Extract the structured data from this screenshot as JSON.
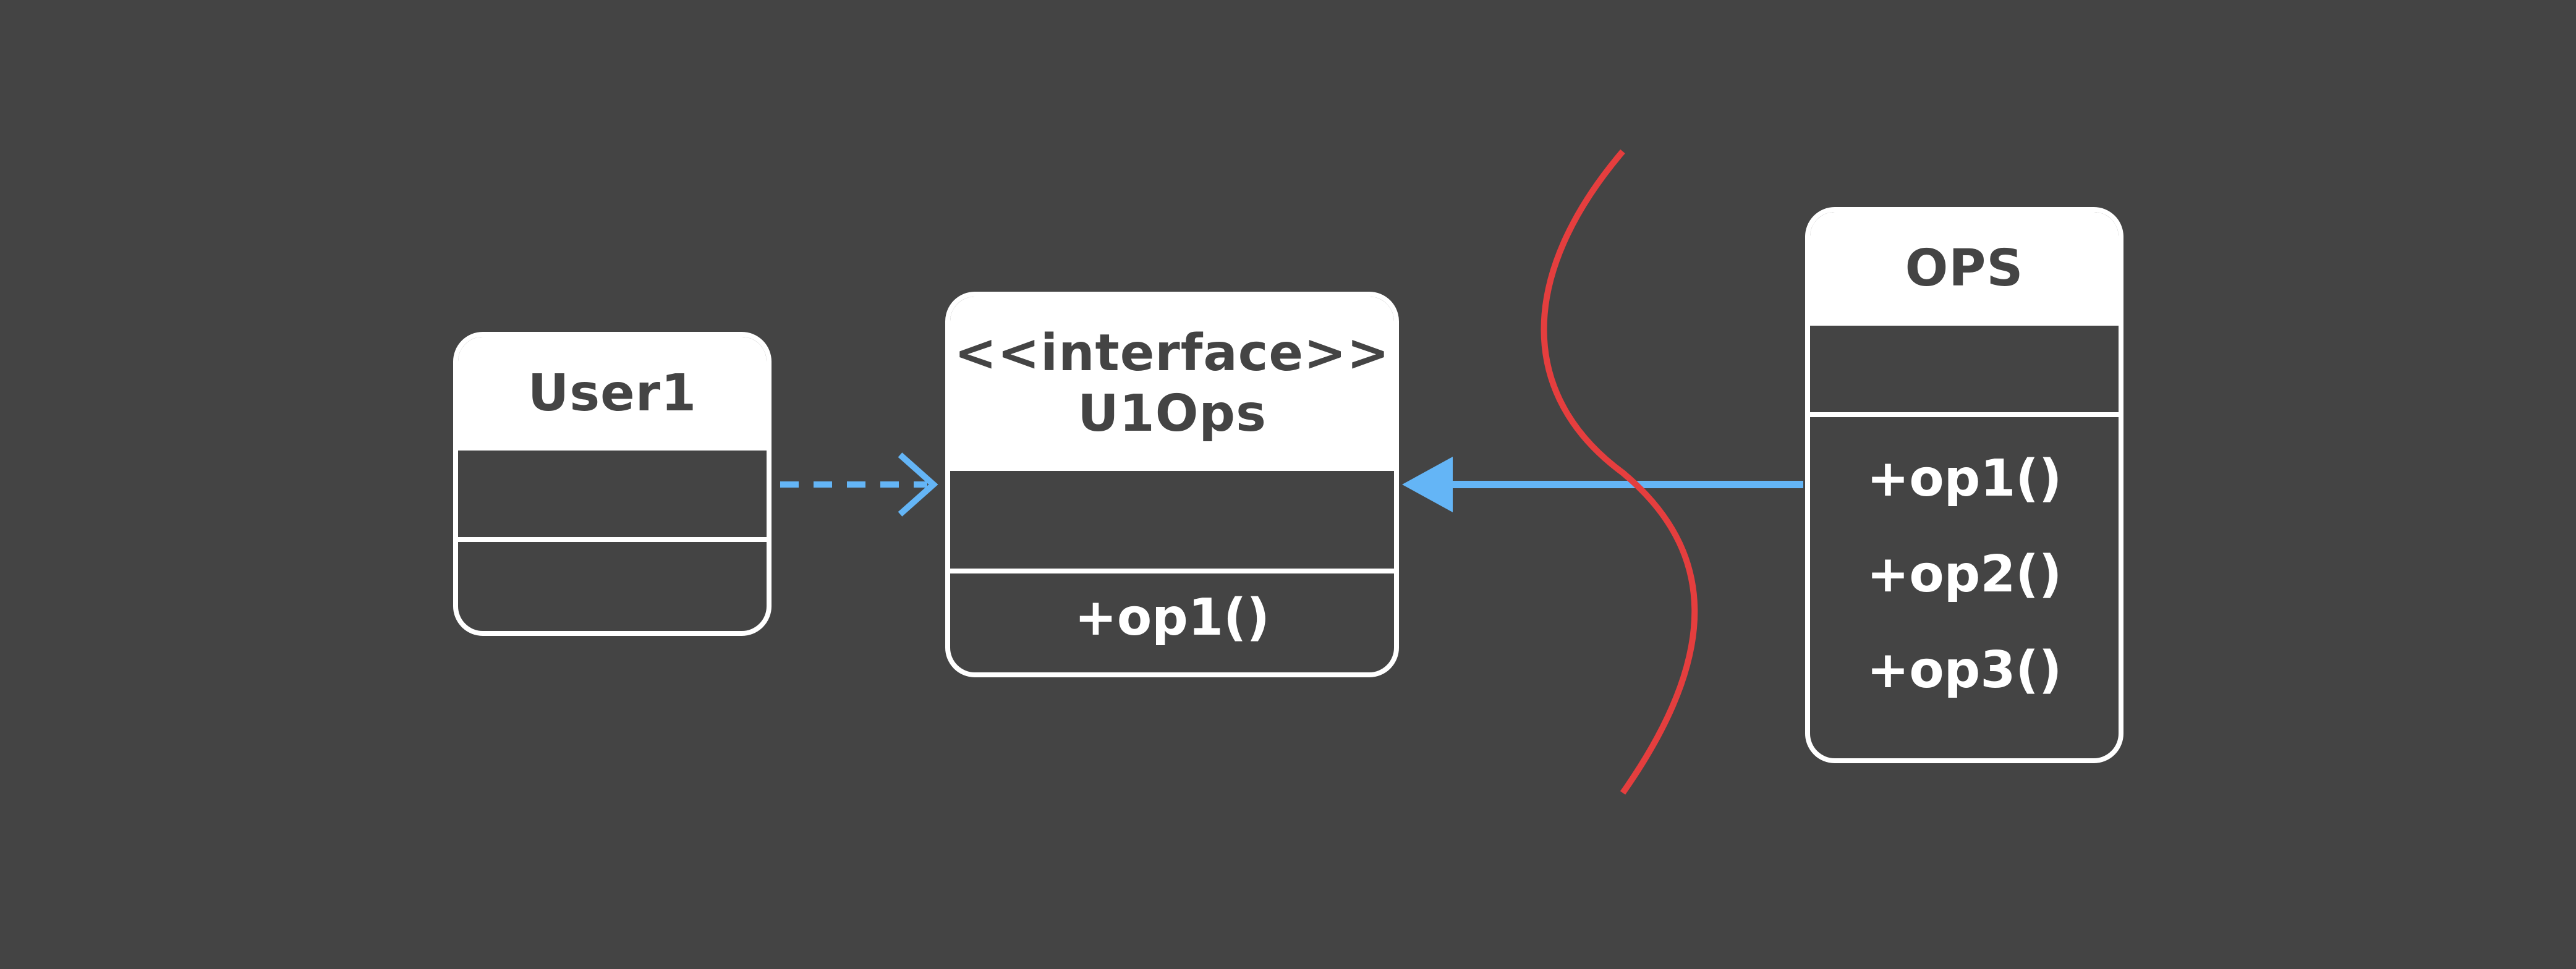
{
  "diagram": {
    "classes": [
      {
        "id": "user1",
        "name": "User1",
        "stereotype": "",
        "attributes": [],
        "operations": []
      },
      {
        "id": "u1ops",
        "name": "U1Ops",
        "stereotype": "<<interface>>",
        "attributes": [],
        "operations": [
          "+op1()"
        ]
      },
      {
        "id": "ops",
        "name": "OPS",
        "stereotype": "",
        "attributes": [],
        "operations": [
          "+op1()",
          "+op2()",
          "+op3()"
        ]
      }
    ],
    "relations": [
      {
        "type": "dependency",
        "from": "User1",
        "to": "U1Ops",
        "line": "dotted",
        "arrowhead": "open"
      },
      {
        "type": "realization",
        "from": "OPS",
        "to": "U1Ops",
        "line": "solid",
        "arrowhead": "filled-triangle"
      }
    ],
    "boundary": {
      "shape": "wavy-line",
      "meaning": "system boundary"
    },
    "colors": {
      "background": "#444444",
      "class_border": "#ffffff",
      "header_fill": "#ffffff",
      "header_text": "#444444",
      "body_text": "#ffffff",
      "connector": "#64b5f6",
      "boundary": "#e53e3e"
    }
  }
}
